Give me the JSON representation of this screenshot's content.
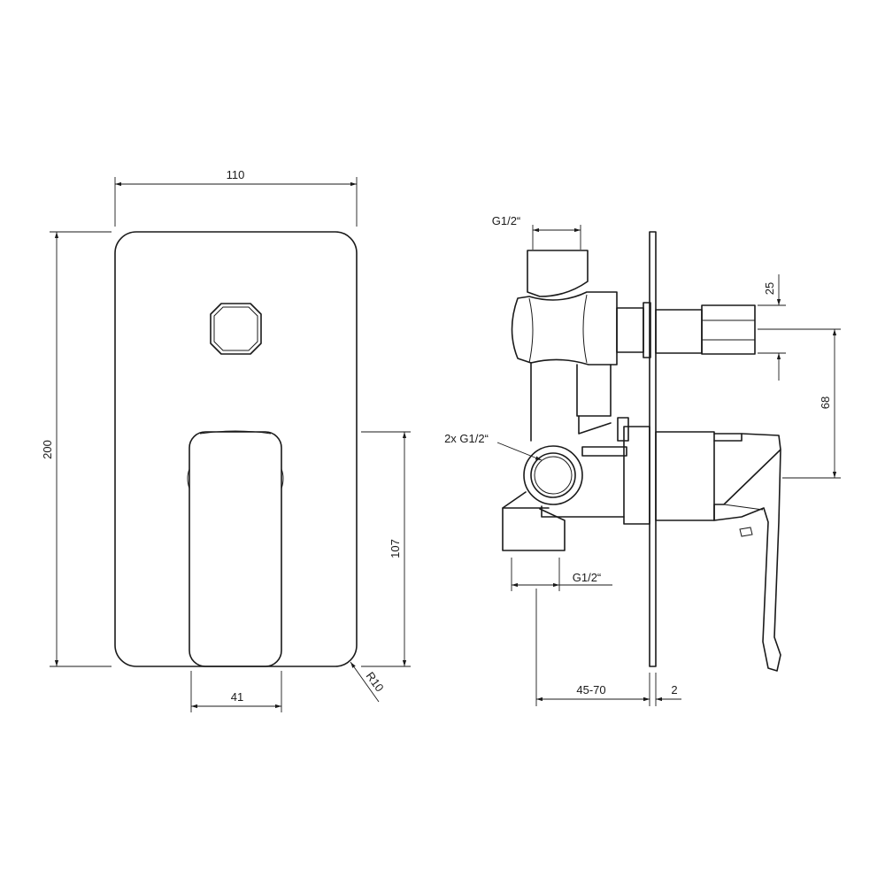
{
  "front_view": {
    "width_label": "110",
    "height_label": "200",
    "lever_offset_label": "107",
    "lever_width_label": "41",
    "radius_label": "R10"
  },
  "side_view": {
    "top_thread_label": "G1/2“",
    "outlet_thread_label": "2x G1/2“",
    "bottom_thread_label": "G1/2“",
    "spout_label": "25",
    "spacing_label": "68",
    "depth_label": "45-70",
    "plate_label": "2"
  }
}
